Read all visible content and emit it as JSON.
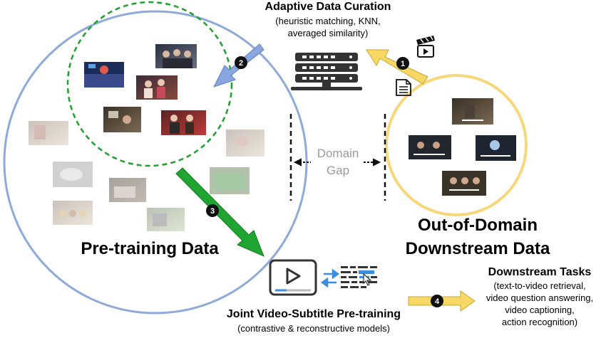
{
  "curation": {
    "title": "Adaptive Data Curation",
    "subtitle_lines": [
      "(heuristic matching, KNN,",
      "averaged similarity)"
    ]
  },
  "domain_gap": {
    "line1": "Domain",
    "line2": "Gap"
  },
  "pretraining": {
    "label": "Pre-training Data"
  },
  "out_of_domain": {
    "line1": "Out-of-Domain",
    "line2": "Downstream Data"
  },
  "joint": {
    "title": "Joint Video-Subtitle Pre-training",
    "subtitle": "(contrastive & reconstructive models)"
  },
  "downstream_tasks": {
    "title": "Downstream Tasks",
    "items": [
      "(text-to-video retrieval,",
      "video question answering,",
      "video captioning,",
      "action recognition)"
    ]
  },
  "steps": [
    "1",
    "2",
    "3",
    "4"
  ],
  "colors": {
    "pretrain_circle": "#8eaad8",
    "curated_dashed": "#1fa12e",
    "ood_circle": "#f6d77a",
    "arrow_yellow": "#f7d864",
    "arrow_blue": "#8aa6e0",
    "arrow_green": "#21a532",
    "badge": "#111111",
    "icon_dark": "#333333",
    "icon_accent": "#3b8ede",
    "gap_text": "#9a9a9a"
  },
  "icons": [
    "server-icon",
    "clapperboard-icon",
    "document-icon",
    "video-player-icon",
    "subtitle-lines-icon",
    "cursor-icon",
    "swap-arrows-icon"
  ]
}
